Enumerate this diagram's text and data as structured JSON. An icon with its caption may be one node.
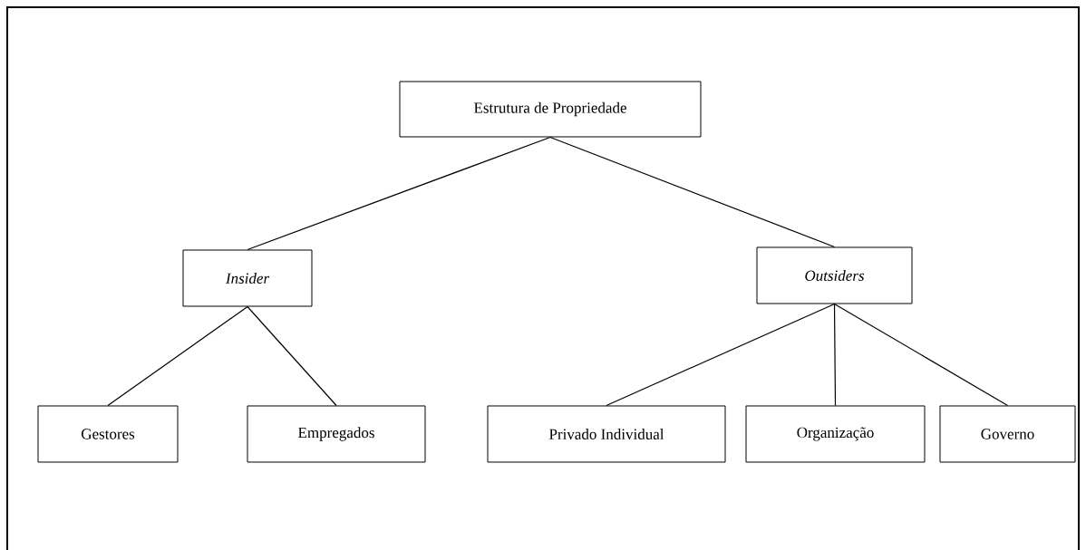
{
  "diagram": {
    "nodes": [
      {
        "text": [
          "Estrutura de Propriedade"
        ]
      },
      {
        "text": [
          "Insider"
        ]
      },
      {
        "text": [
          "Outsiders"
        ]
      },
      {
        "text": [
          "Gestores"
        ]
      },
      {
        "text": [
          "Empregados"
        ]
      },
      {
        "text": [
          "Privado Individual"
        ]
      },
      {
        "text": [
          "Organização"
        ]
      },
      {
        "text": [
          "Governo"
        ]
      }
    ],
    "edges": [
      {
        "from": 0,
        "to": 1,
        "arrow": "none"
      },
      {
        "from": 0,
        "to": 2,
        "arrow": "none"
      },
      {
        "from": 1,
        "to": 3,
        "arrow": "none"
      },
      {
        "from": 1,
        "to": 4,
        "arrow": "none"
      },
      {
        "from": 2,
        "to": 5,
        "arrow": "none"
      },
      {
        "from": 2,
        "to": 6,
        "arrow": "none"
      },
      {
        "from": 2,
        "to": 7,
        "arrow": "none"
      }
    ]
  }
}
